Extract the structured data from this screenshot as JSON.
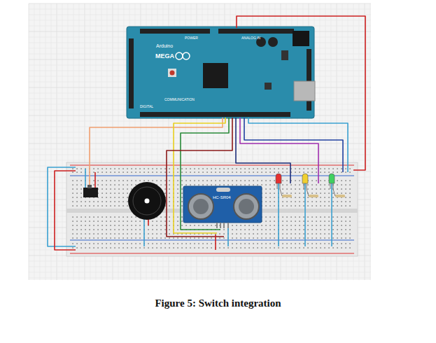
{
  "diagram": {
    "caption": "Figure 5: Switch integration",
    "labels": [
      "Arduino",
      "MEGA",
      "POWER",
      "ANALOG IN",
      "DIGITAL",
      "COMMUNICATION",
      "HC-SR04"
    ]
  }
}
